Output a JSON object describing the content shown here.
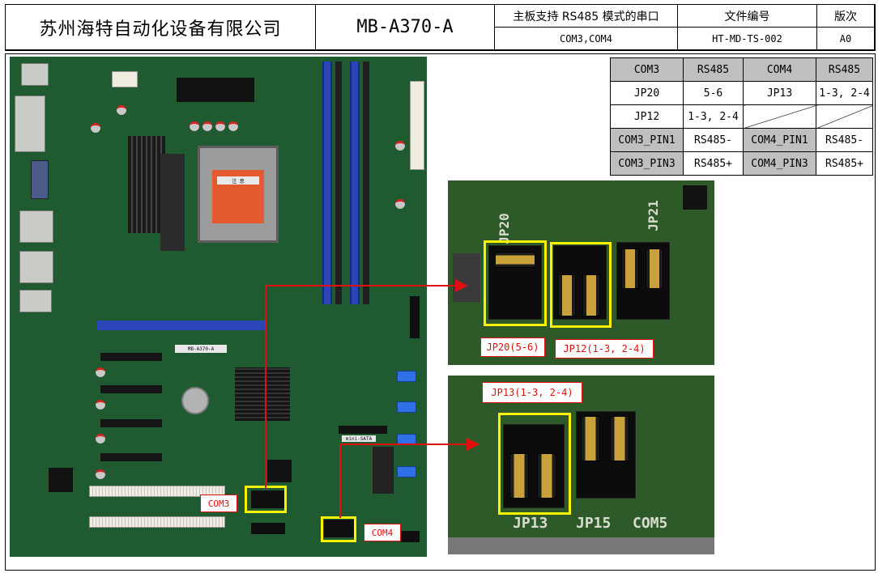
{
  "header": {
    "company": "苏州海特自动化设备有限公司",
    "model": "MB-A370-A",
    "description": "主板支持 RS485 模式的串口",
    "com_ports": "COM3,COM4",
    "doc_no_label": "文件编号",
    "doc_no": "HT-MD-TS-002",
    "version_label": "版次",
    "version": "A0"
  },
  "config_table": {
    "rows": [
      [
        "COM3",
        "RS485",
        "COM4",
        "RS485"
      ],
      [
        "JP20",
        "5-6",
        "JP13",
        "1-3, 2-4"
      ],
      [
        "JP12",
        "1-3, 2-4",
        "",
        ""
      ],
      [
        "COM3_PIN1",
        "RS485-",
        "COM4_PIN1",
        "RS485-"
      ],
      [
        "COM3_PIN3",
        "RS485+",
        "COM4_PIN3",
        "RS485+"
      ]
    ]
  },
  "board": {
    "board_label": "MB-A370-A",
    "msata_label": "mini-SATA",
    "socket_label": "注 意",
    "com3_tag": "COM3",
    "com4_tag": "COM4"
  },
  "closeup_top": {
    "jp20_tag": "JP20(5-6)",
    "jp12_tag": "JP12(1-3, 2-4)",
    "silk_jp20": "JP20",
    "silk_jp21": "JP21"
  },
  "closeup_bottom": {
    "jp13_tag": "JP13(1-3, 2-4)",
    "silk_jp13": "JP13",
    "silk_jp15": "JP15",
    "silk_com5": "COM5"
  },
  "colors": {
    "highlight": "#fff200",
    "arrow": "#e01010",
    "table_header_gray": "#bfbfbf"
  }
}
